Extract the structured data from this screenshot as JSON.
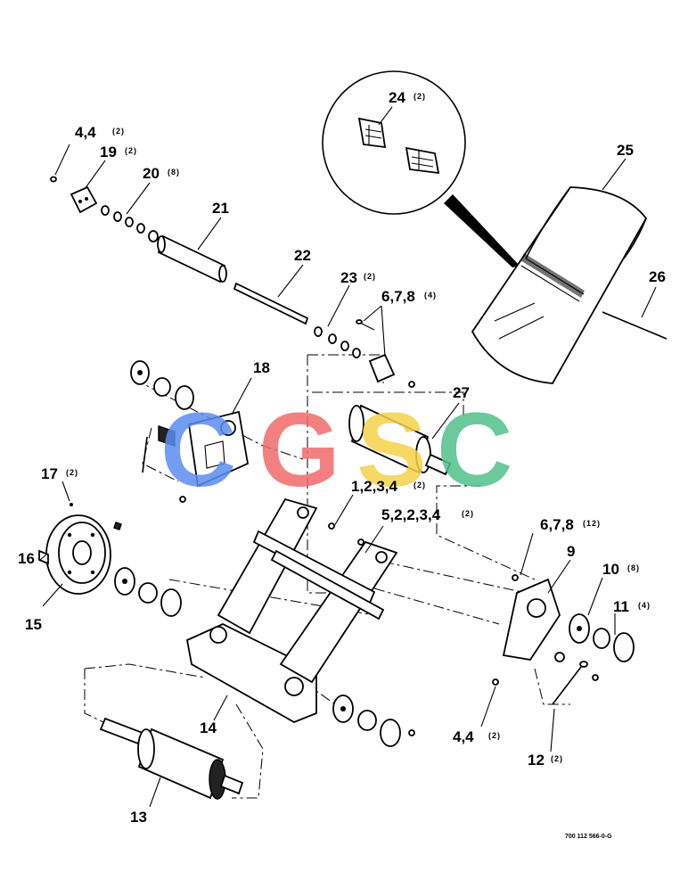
{
  "labels": {
    "l1": "4,4",
    "l1s": "(2)",
    "l2": "19",
    "l2s": "(2)",
    "l3": "20",
    "l3s": "(8)",
    "l4": "21",
    "l5": "22",
    "l6": "23",
    "l6s": "(2)",
    "l7": "6,7,8",
    "l7s": "(4)",
    "l8": "24",
    "l8s": "(2)",
    "l9": "25",
    "l10": "26",
    "l11": "18",
    "l12": "27",
    "l13": "17",
    "l13s": "(2)",
    "l14": "1,2,3,4",
    "l14s": "(2)",
    "l15": "5,2,2,3,4",
    "l15s": "(2)",
    "l16": "6,7,8",
    "l16s": "(12)",
    "l17": "16",
    "l18": "9",
    "l19": "10",
    "l19s": "(8)",
    "l20": "11",
    "l20s": "(4)",
    "l21": "15",
    "l22": "14",
    "l23": "4,4",
    "l23s": "(2)",
    "l24": "12",
    "l24s": "(2)",
    "l25": "13"
  },
  "drawing_code": "700 112 566-0-G",
  "watermark": {
    "letters": [
      "C",
      "G",
      "S",
      "C"
    ],
    "colors": [
      "#5b8def",
      "#f06a6a",
      "#f5d24a",
      "#52c08a"
    ]
  }
}
